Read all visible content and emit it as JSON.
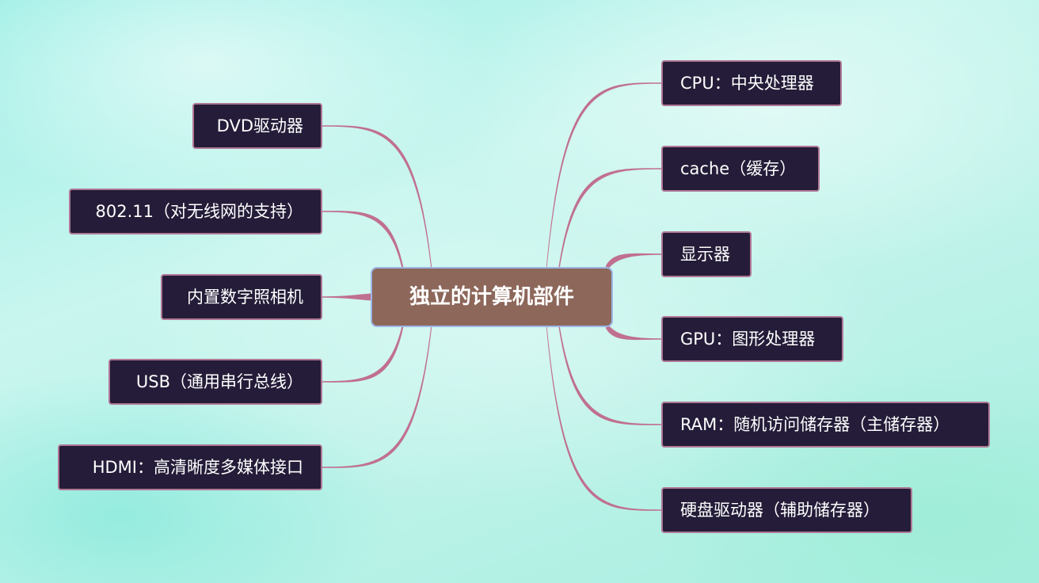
{
  "center": {
    "label": "独立的计算机部件"
  },
  "colors": {
    "branch": "#c0708f",
    "node_bg": "#241c38",
    "node_border": "#b07896",
    "center_bg": "#8c675a",
    "center_border": "#9db6e6"
  },
  "left_nodes": [
    {
      "label": "DVD驱动器"
    },
    {
      "label": "802.11（对无线网的支持）"
    },
    {
      "label": "内置数字照相机"
    },
    {
      "label": "USB（通用串行总线）"
    },
    {
      "label": "HDMI：高清晰度多媒体接口"
    }
  ],
  "right_nodes": [
    {
      "label": "CPU：中央处理器"
    },
    {
      "label": "cache（缓存）"
    },
    {
      "label": "显示器"
    },
    {
      "label": "GPU：图形处理器"
    },
    {
      "label": "RAM：随机访问储存器（主储存器）"
    },
    {
      "label": "硬盘驱动器（辅助储存器）"
    }
  ]
}
